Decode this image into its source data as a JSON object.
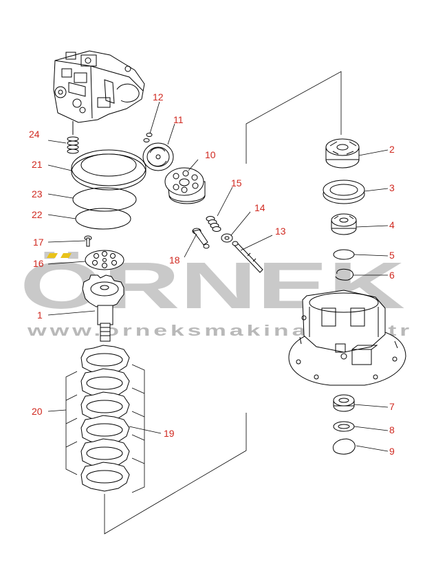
{
  "watermark": {
    "brand": "ÖRNEK",
    "url": "www.orneksmakinalar....tr",
    "accent_color": "#e8c21a",
    "text_color": "#c9c9c9"
  },
  "label_color": "#d0281f",
  "callouts": [
    {
      "id": "1",
      "label": "1"
    },
    {
      "id": "2",
      "label": "2"
    },
    {
      "id": "3",
      "label": "3"
    },
    {
      "id": "4",
      "label": "4"
    },
    {
      "id": "5",
      "label": "5"
    },
    {
      "id": "6",
      "label": "6"
    },
    {
      "id": "7",
      "label": "7"
    },
    {
      "id": "8",
      "label": "8"
    },
    {
      "id": "9",
      "label": "9"
    },
    {
      "id": "10",
      "label": "10"
    },
    {
      "id": "11",
      "label": "11"
    },
    {
      "id": "12",
      "label": "12"
    },
    {
      "id": "13",
      "label": "13"
    },
    {
      "id": "14",
      "label": "14"
    },
    {
      "id": "15",
      "label": "15"
    },
    {
      "id": "16",
      "label": "16"
    },
    {
      "id": "17",
      "label": "17"
    },
    {
      "id": "18",
      "label": "18"
    },
    {
      "id": "19",
      "label": "19"
    },
    {
      "id": "20",
      "label": "20"
    },
    {
      "id": "21",
      "label": "21"
    },
    {
      "id": "22",
      "label": "22"
    },
    {
      "id": "23",
      "label": "23"
    },
    {
      "id": "24",
      "label": "24"
    }
  ]
}
